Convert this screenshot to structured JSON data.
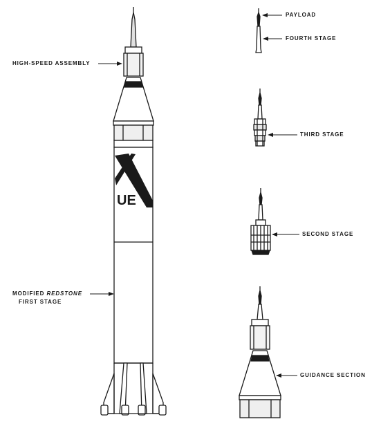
{
  "labels": {
    "high_speed_assembly": "HIGH-SPEED ASSEMBLY",
    "modified": "MODIFIED",
    "redstone": "REDSTONE",
    "first_stage": "FIRST STAGE",
    "payload": "PAYLOAD",
    "fourth_stage": "FOURTH STAGE",
    "third_stage": "THIRD STAGE",
    "second_stage": "SECOND STAGE",
    "guidance_section": "GUIDANCE SECTION"
  },
  "rocket_marking": "UE",
  "colors": {
    "ink": "#1a1a1a",
    "paper": "#ffffff",
    "shade": "#d8d8d8"
  }
}
